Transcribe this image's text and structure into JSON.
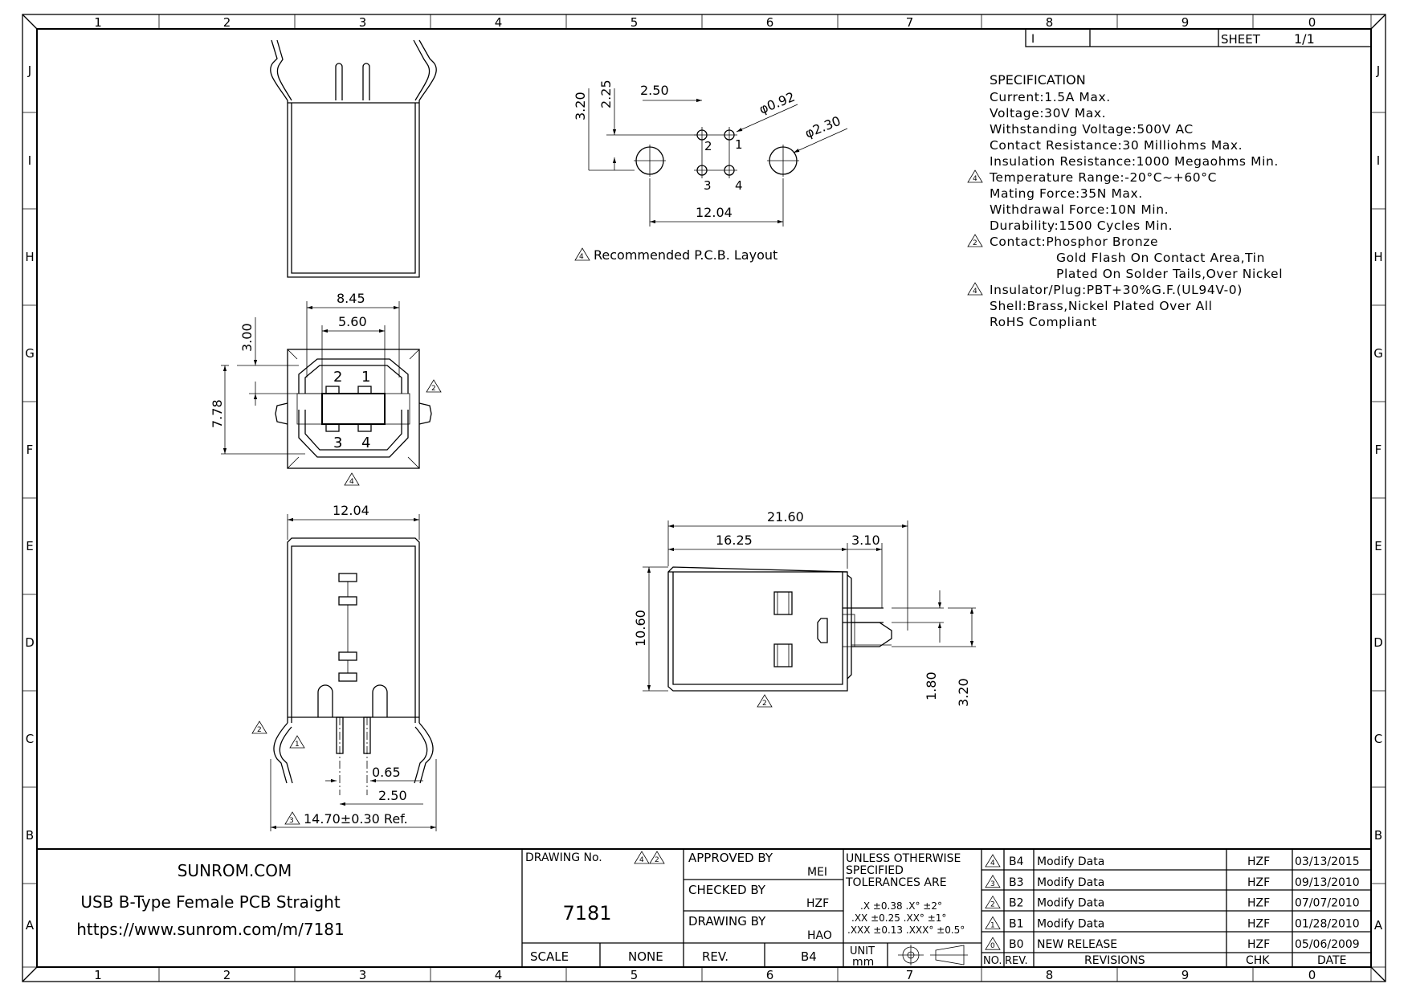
{
  "frame": {
    "col_labels": [
      "1",
      "2",
      "3",
      "4",
      "5",
      "6",
      "7",
      "8",
      "9",
      "0"
    ],
    "row_labels": [
      "J",
      "I",
      "H",
      "G",
      "F",
      "E",
      "D",
      "C",
      "B",
      "A"
    ]
  },
  "sheet": {
    "rev_cell": "I",
    "label": "SHEET",
    "value": "1/1"
  },
  "specification": {
    "title": "SPECIFICATION",
    "lines": [
      {
        "mark": "",
        "text": "Current:1.5A Max."
      },
      {
        "mark": "",
        "text": "Voltage:30V Max."
      },
      {
        "mark": "",
        "text": "Withstanding Voltage:500V AC"
      },
      {
        "mark": "",
        "text": "Contact Resistance:30 Milliohms Max."
      },
      {
        "mark": "",
        "text": "Insulation Resistance:1000 Megaohms Min."
      },
      {
        "mark": "4",
        "text": "Temperature Range:-20°C~+60°C"
      },
      {
        "mark": "",
        "text": "Mating Force:35N Max."
      },
      {
        "mark": "",
        "text": "Withdrawal Force:10N Min."
      },
      {
        "mark": "",
        "text": "Durability:1500 Cycles Min."
      },
      {
        "mark": "2",
        "text": "Contact:Phosphor Bronze"
      },
      {
        "mark": "",
        "text": "Gold Flash On Contact Area,Tin"
      },
      {
        "mark": "",
        "text": "Plated On Solder Tails,Over Nickel"
      },
      {
        "mark": "4",
        "text": "Insulator/Plug:PBT+30%G.F.(UL94V-0)"
      },
      {
        "mark": "",
        "text": "Shell:Brass,Nickel Plated Over All"
      },
      {
        "mark": "",
        "text": "RoHS Compliant"
      }
    ]
  },
  "pcb_layout": {
    "caption": "Recommended P.C.B. Layout",
    "caption_mark": "4",
    "dim_250": "2.50",
    "dim_225": "2.25",
    "dim_320": "3.20",
    "dim_hole_small": "φ0.92",
    "dim_hole_large": "φ2.30",
    "dim_1204": "12.04",
    "pins": [
      "1",
      "2",
      "3",
      "4"
    ]
  },
  "front_view": {
    "dim_845": "8.45",
    "dim_560": "5.60",
    "dim_300": "3.00",
    "dim_778": "7.78",
    "pins_top": [
      "2",
      "1"
    ],
    "pins_bottom": [
      "3",
      "4"
    ],
    "mark_right": "2",
    "mark_bottom": "4"
  },
  "bottom_view": {
    "dim_width": "12.04",
    "dim_065": "0.65",
    "dim_250": "2.50",
    "dim_ref": "14.70±0.30  Ref.",
    "mark_ref": "3",
    "mark_left": "2",
    "mark_pin": "1"
  },
  "side_view": {
    "dim_2160": "21.60",
    "dim_1625": "16.25",
    "dim_310": "3.10",
    "dim_1060": "10.60",
    "dim_180": "1.80",
    "dim_320": "3.20",
    "mark": "2"
  },
  "title_block": {
    "company": "SUNROM.COM",
    "product": "USB B-Type Female PCB Straight",
    "url": "https://www.sunrom.com/m/7181",
    "drawing_no_label": "DRAWING No.",
    "drawing_no_marks": [
      "4",
      "2"
    ],
    "drawing_no": "7181",
    "scale_label": "SCALE",
    "scale_value": "NONE",
    "approved_label": "APPROVED BY",
    "approved_value": "MEI",
    "checked_label": "CHECKED BY",
    "checked_value": "HZF",
    "drawn_label": "DRAWING BY",
    "drawn_value": "HAO",
    "rev_label": "REV.",
    "rev_value": "B4",
    "tol_lines": [
      "UNLESS OTHERWISE",
      "SPECIFIED",
      "TOLERANCES ARE"
    ],
    "tol_rows": [
      ".X  ±0.38   .X°  ±2°",
      ".XX  ±0.25   .XX°  ±1°",
      ".XXX  ±0.13  .XXX°  ±0.5°"
    ],
    "unit_label": "UNIT",
    "unit_value": "mm"
  },
  "revisions": {
    "rows": [
      {
        "mark": "4",
        "rev": "B4",
        "desc": "Modify Data",
        "chk": "HZF",
        "date": "03/13/2015"
      },
      {
        "mark": "3",
        "rev": "B3",
        "desc": "Modify Data",
        "chk": "HZF",
        "date": "09/13/2010"
      },
      {
        "mark": "2",
        "rev": "B2",
        "desc": "Modify Data",
        "chk": "HZF",
        "date": "07/07/2010"
      },
      {
        "mark": "1",
        "rev": "B1",
        "desc": "Modify Data",
        "chk": "HZF",
        "date": "01/28/2010"
      },
      {
        "mark": "0",
        "rev": "B0",
        "desc": "NEW RELEASE",
        "chk": "HZF",
        "date": "05/06/2009"
      }
    ],
    "header": {
      "no": "NO.",
      "rev": "REV.",
      "revisions": "REVISIONS",
      "chk": "CHK",
      "date": "DATE"
    }
  }
}
